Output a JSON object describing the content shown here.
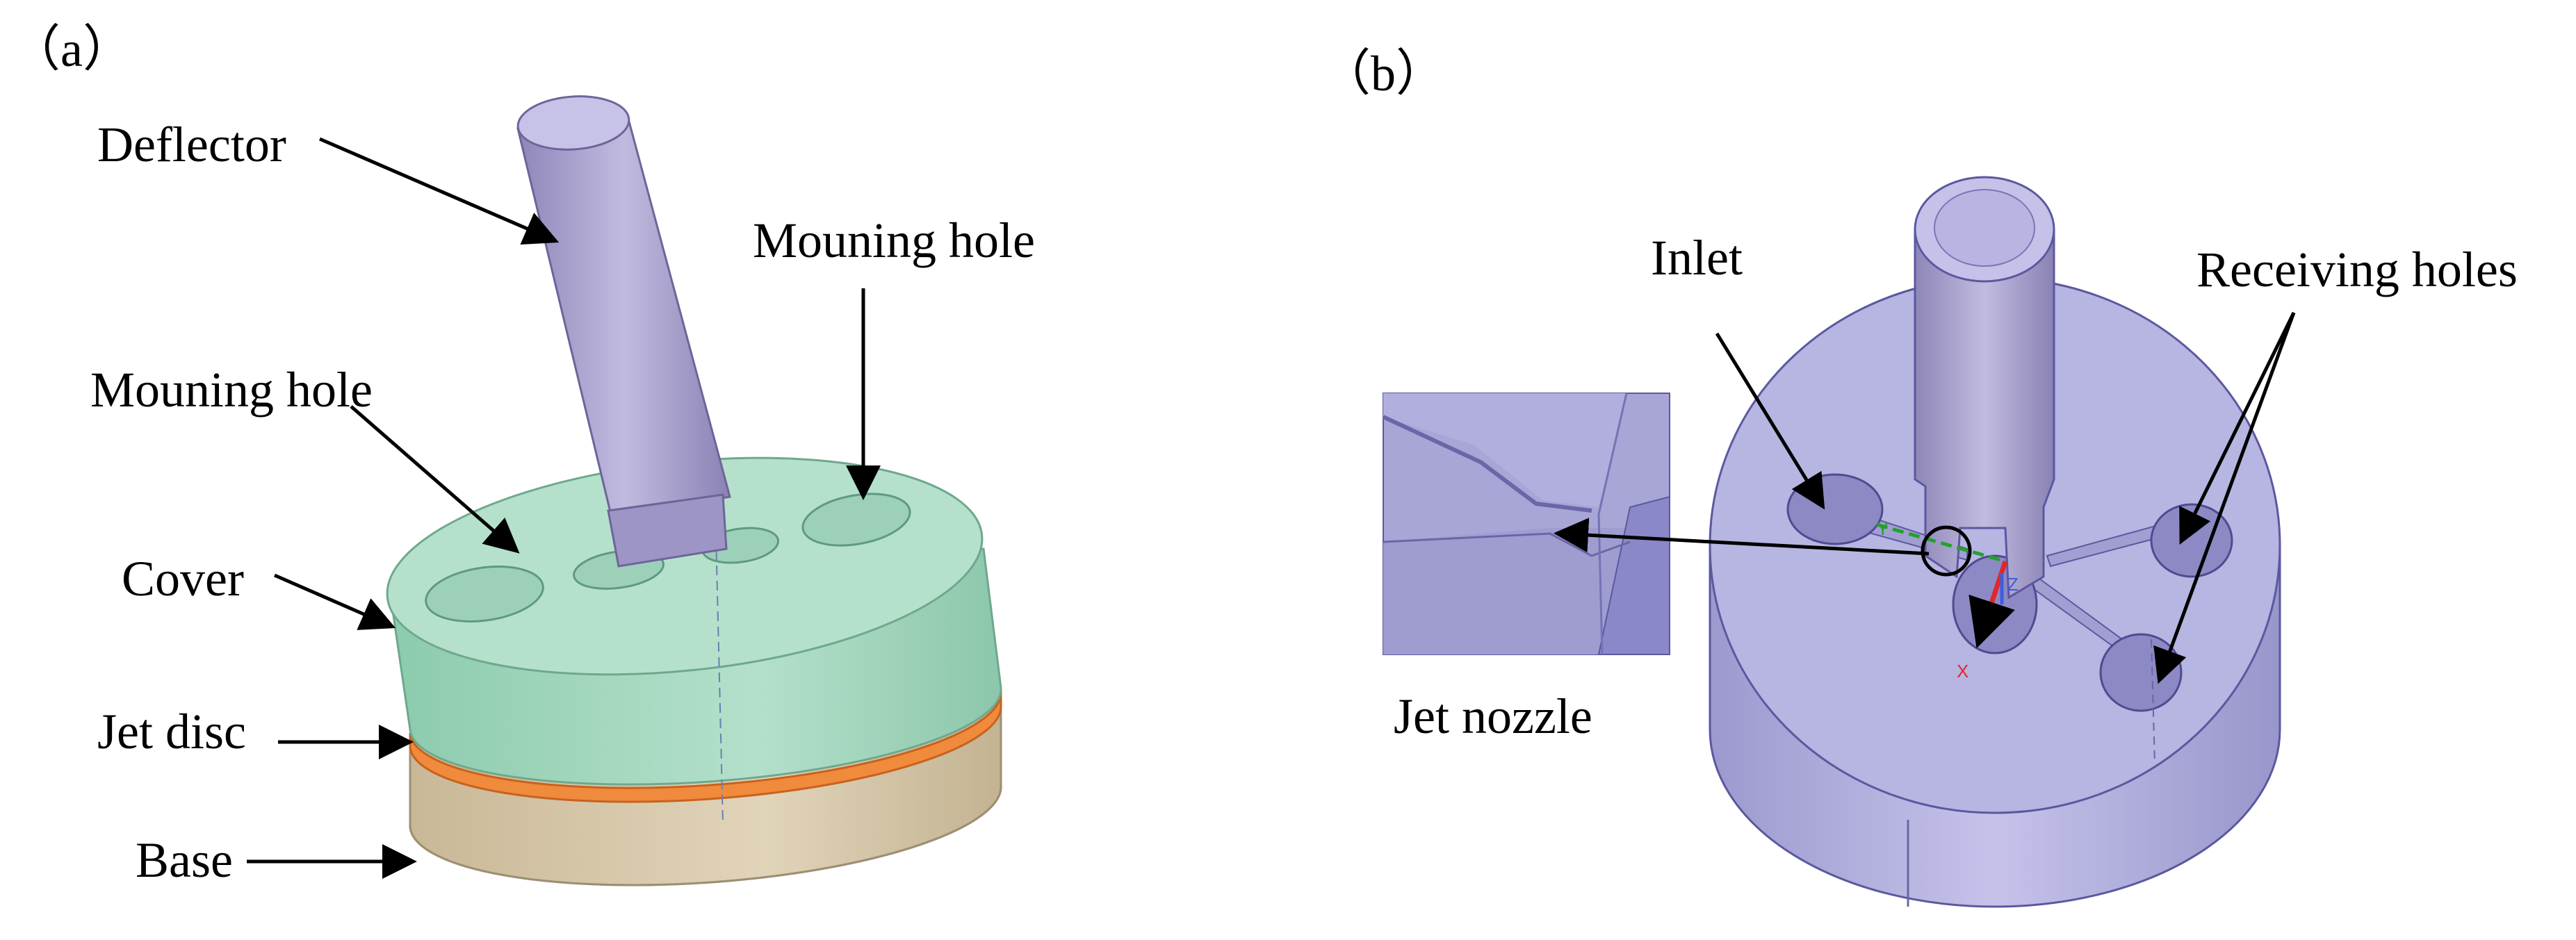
{
  "panels": {
    "a": {
      "tag": "（a）",
      "labels": {
        "deflector": "Deflector",
        "mounting_hole_right": "Mouning hole",
        "mounting_hole_left": "Mouning hole",
        "cover": "Cover",
        "jet_disc": "Jet disc",
        "base": "Base"
      }
    },
    "b": {
      "tag": "（b）",
      "labels": {
        "inlet": "Inlet",
        "receiving_holes": "Receiving holes",
        "jet_nozzle": "Jet nozzle"
      },
      "axis_labels": {
        "y": "Y",
        "z": "Z",
        "x": "X"
      }
    }
  },
  "colors": {
    "cover": "#a9d8c2",
    "jet_disc": "#f08a3c",
    "base": "#d6c7aa",
    "deflector": "#aaa3cc",
    "part_b": "#b9b7e0",
    "axis_x": "#e0282b",
    "axis_y": "#23a12c",
    "axis_z": "#3b5fe0"
  }
}
